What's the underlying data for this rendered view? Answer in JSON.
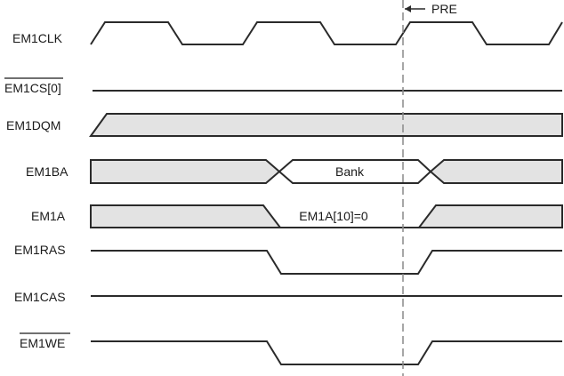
{
  "signals": {
    "clk": "EM1CLK",
    "cs": "EM1CS[0]",
    "dqm": "EM1DQM",
    "ba": "EM1BA",
    "a": "EM1A",
    "ras": "EM1RAS",
    "cas": "EM1CAS",
    "we": "EM1WE"
  },
  "bus_values": {
    "ba": "Bank",
    "a": "EM1A[10]=0"
  },
  "marker_label": "PRE",
  "colors": {
    "bus_fill": "#e3e3e3",
    "line": "#2a2a2a",
    "marker": "#8a8a8a"
  }
}
